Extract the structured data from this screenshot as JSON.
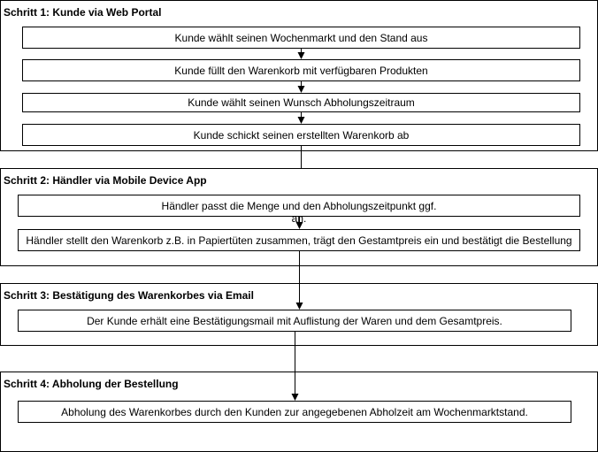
{
  "steps": [
    {
      "title": "Schritt 1: Kunde via Web Portal",
      "boxes": [
        "Kunde wählt seinen Wochenmarkt und den Stand aus",
        "Kunde füllt den Warenkorb mit verfügbaren Produkten",
        "Kunde wählt seinen Wunsch Abholungszeitraum",
        "Kunde schickt seinen erstellten Warenkorb ab"
      ]
    },
    {
      "title": "Schritt 2: Händler via Mobile Device App",
      "boxes": [
        "Händler passt die Menge und den Abholungszeitpunkt ggf.",
        "Händler stellt den Warenkorb z.B. in Papiertüten zusammen, trägt den Gestamtpreis ein und bestätigt die Bestellung"
      ],
      "overflow_text": "an."
    },
    {
      "title": "Schritt 3: Bestätigung des Warenkorbes via Email",
      "boxes": [
        "Der Kunde erhält eine Bestätigungsmail mit Auflistung der Waren und dem Gesamtpreis."
      ]
    },
    {
      "title": "Schritt 4: Abholung der Bestellung",
      "boxes": [
        "Abholung des Warenkorbes durch den Kunden zur angegebenen Abholzeit am Wochenmarktstand."
      ]
    }
  ]
}
